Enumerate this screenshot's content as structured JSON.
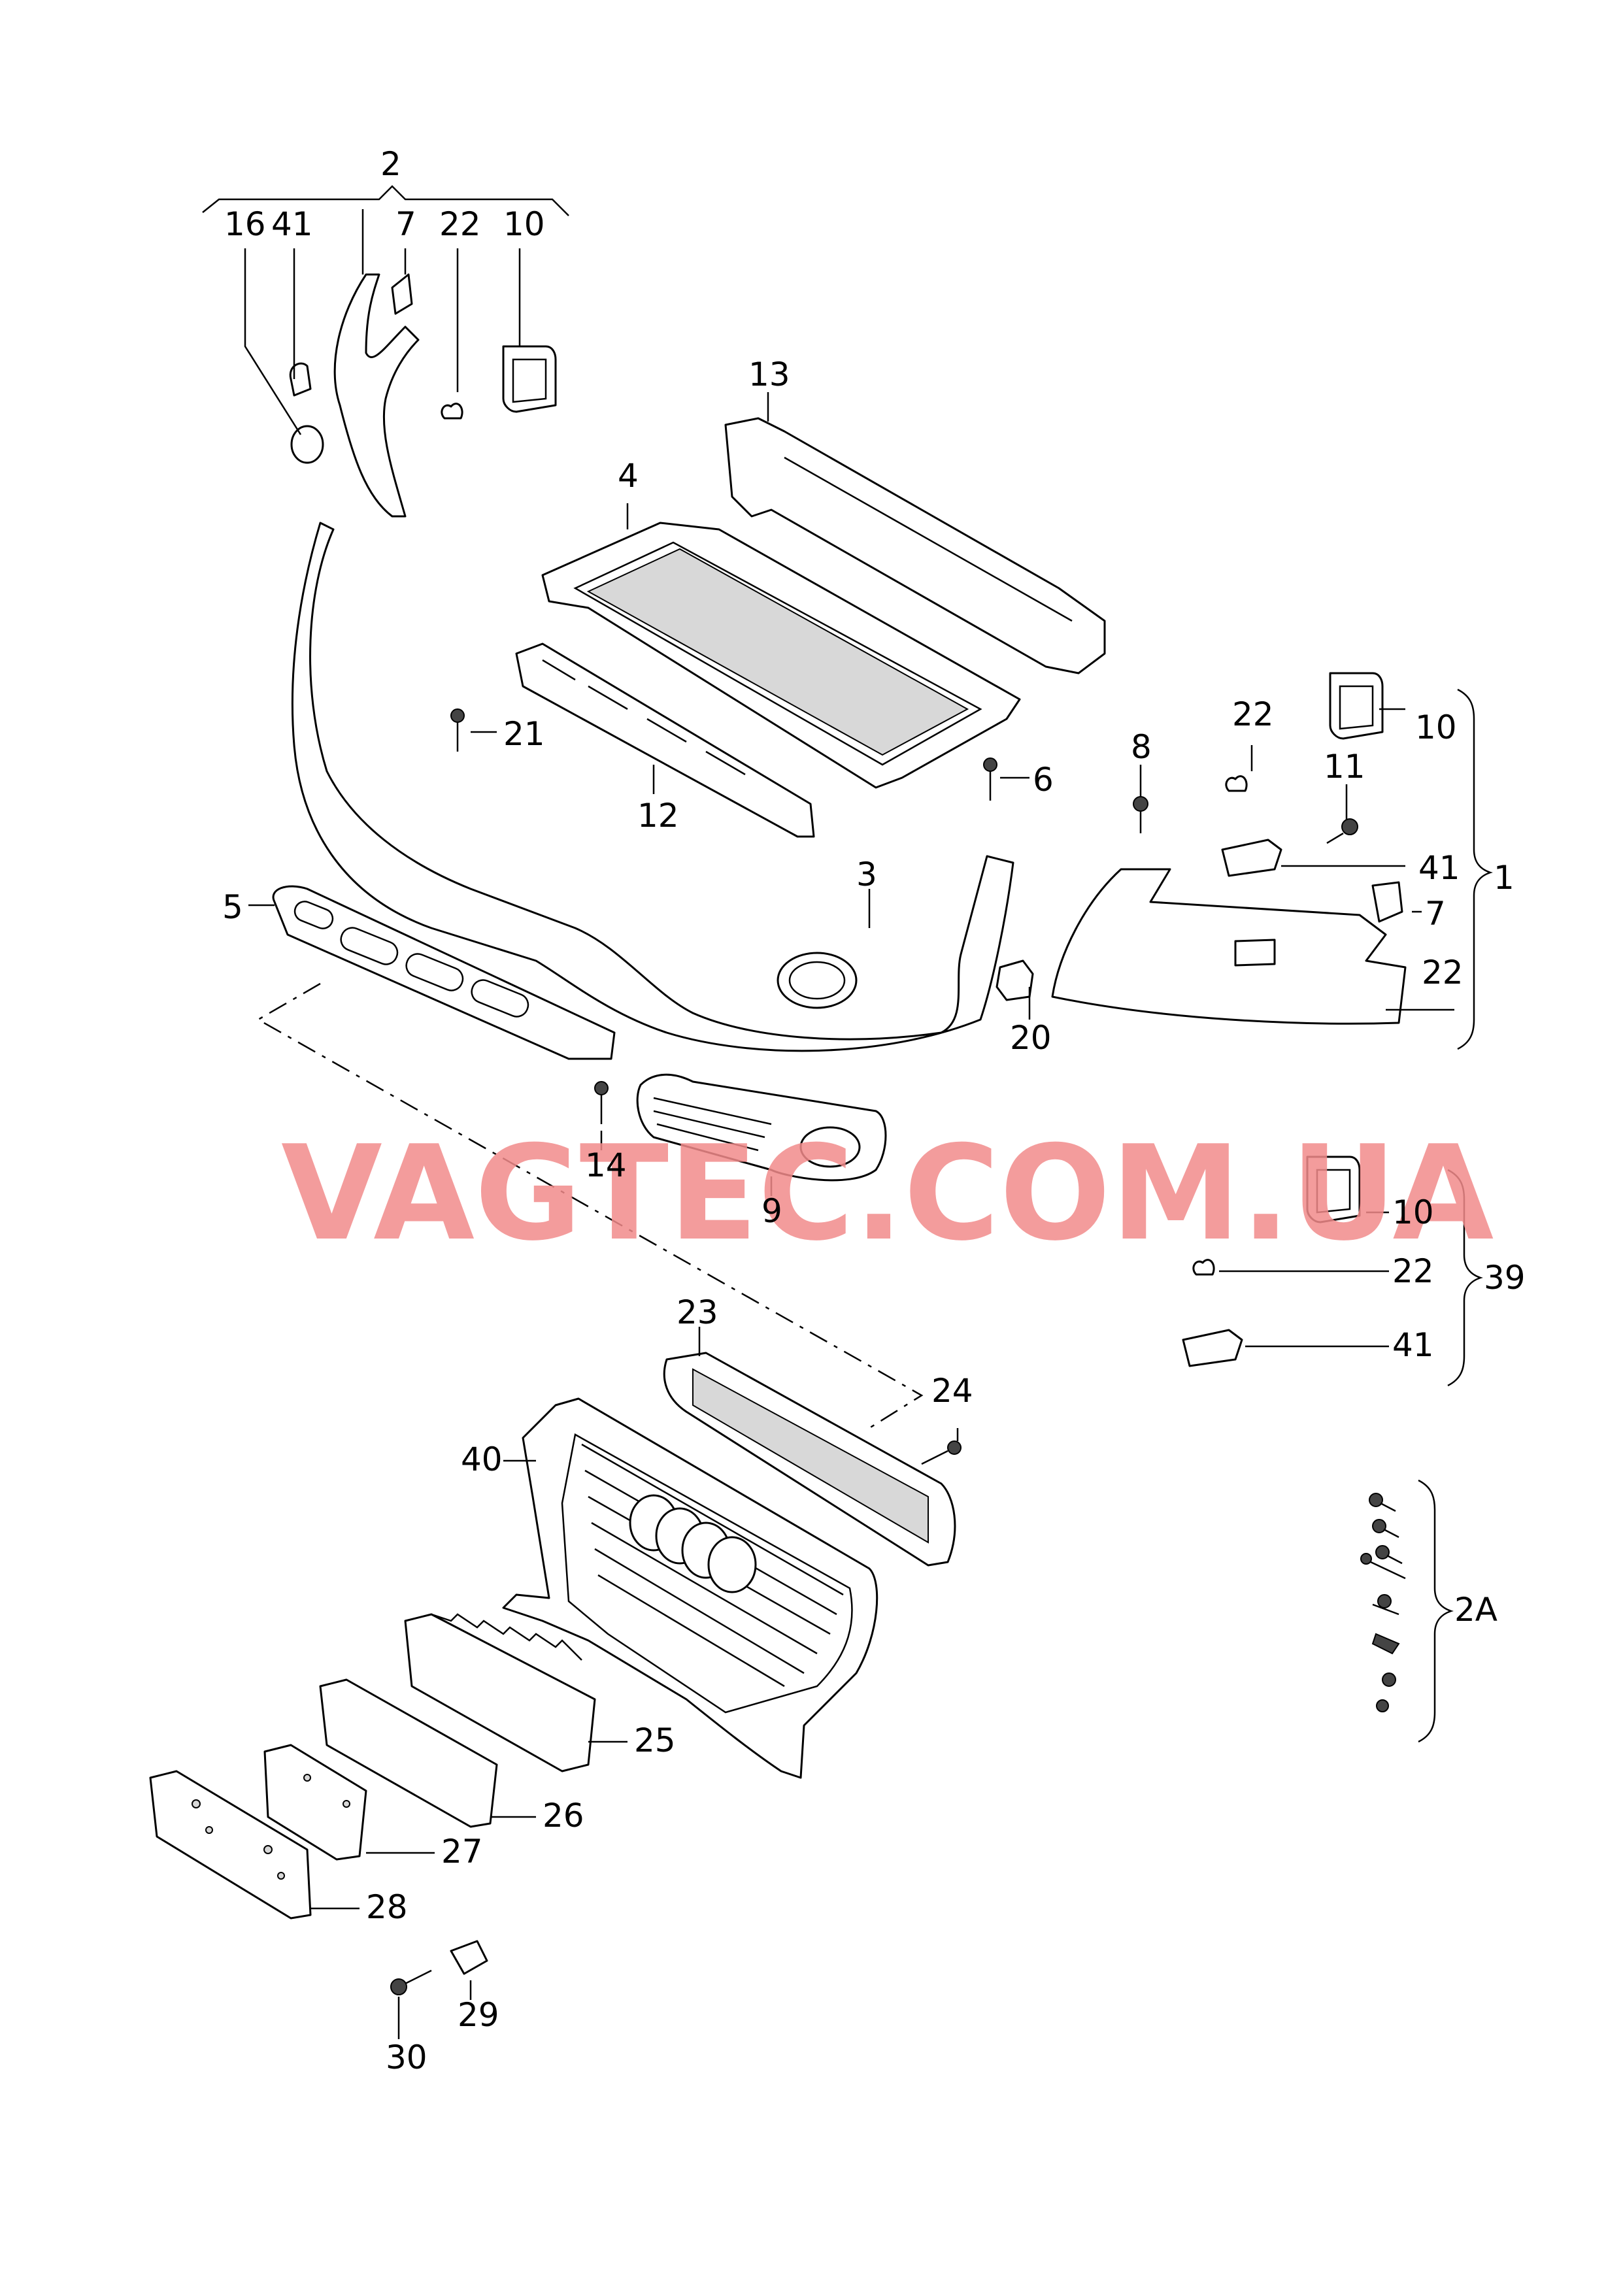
{
  "watermark": "VAGTEC.COM.UA",
  "callouts": {
    "c2": "2",
    "c16": "16",
    "c41a": "41",
    "c7a": "7",
    "c22a": "22",
    "c10a": "10",
    "c13": "13",
    "c4": "4",
    "c21": "21",
    "c12": "12",
    "c6": "6",
    "c8": "8",
    "c22b": "22",
    "c10b": "10",
    "c11": "11",
    "c41b": "41",
    "c1": "1",
    "c7b": "7",
    "c22c": "22",
    "c3": "3",
    "c5": "5",
    "c20": "20",
    "c14": "14",
    "c9": "9",
    "c10c": "10",
    "c22d": "22",
    "c39": "39",
    "c41c": "41",
    "c23": "23",
    "c24": "24",
    "c40": "40",
    "c2A": "2A",
    "c25": "25",
    "c26": "26",
    "c27": "27",
    "c28": "28",
    "c29": "29",
    "c30": "30"
  }
}
